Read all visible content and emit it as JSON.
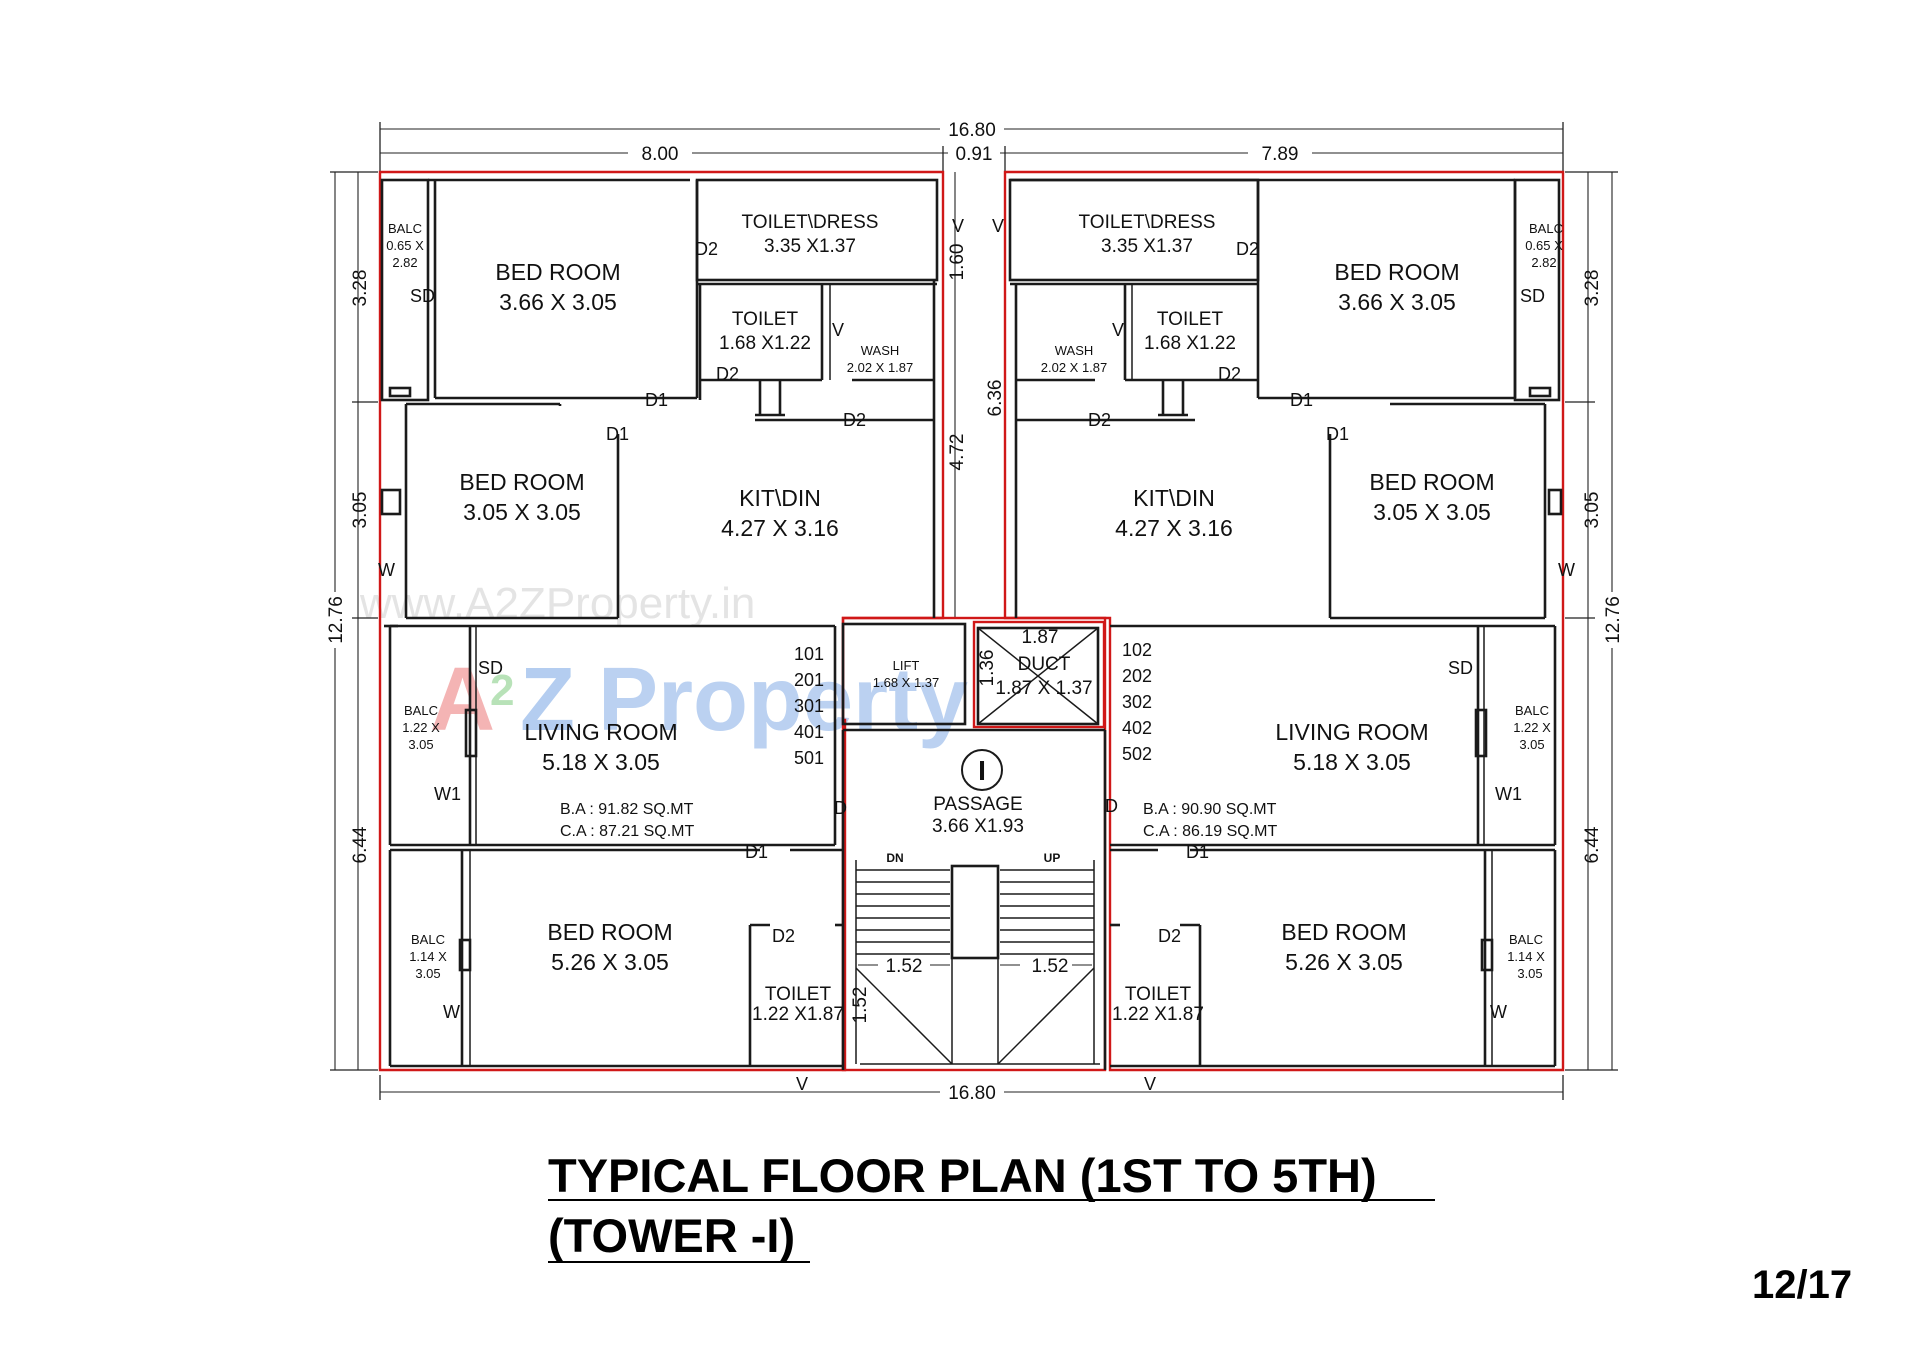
{
  "dimensions": {
    "top_total": "16.80",
    "top_left": "8.00",
    "top_mid": "0.91",
    "top_right": "7.89",
    "bottom_total": "16.80",
    "side_upper": "3.28",
    "side_mid": "3.05",
    "side_total": "12.76",
    "side_lower": "6.44",
    "core_160": "1.60",
    "core_472": "4.72",
    "core_636": "6.36",
    "core_136": "1.36",
    "core_187": "1.87",
    "stair_152a": "1.52",
    "stair_152b": "1.52",
    "stair_152c": "1.52"
  },
  "left_unit": {
    "toilet_dress_name": "TOILET\\DRESS",
    "toilet_dress_size": "3.35 X1.37",
    "balc1_name": "BALC",
    "balc1_l1": "0.65 X",
    "balc1_l2": "2.82",
    "bed1_name": "BED ROOM",
    "bed1_size": "3.66 X 3.05",
    "toilet_name": "TOILET",
    "toilet_size": "1.68 X1.22",
    "wash_name": "WASH",
    "wash_size": "2.02 X 1.87",
    "bed2_name": "BED ROOM",
    "bed2_size": "3.05 X 3.05",
    "kit_name": "KIT\\DIN",
    "kit_size": "4.27 X 3.16",
    "living_name": "LIVING ROOM",
    "living_size": "5.18 X 3.05",
    "balc2_name": "BALC",
    "balc2_l1": "1.22 X",
    "balc2_l2": "3.05",
    "ba": "B.A : 91.82 SQ.MT",
    "ca": "C.A : 87.21 SQ.MT",
    "bed3_name": "BED ROOM",
    "bed3_size": "5.26 X 3.05",
    "balc3_name": "BALC",
    "balc3_l1": "1.14 X",
    "balc3_l2": "3.05",
    "toilet2_name": "TOILET",
    "toilet2_size": "1.22 X1.87",
    "flats": [
      "101",
      "201",
      "301",
      "401",
      "501"
    ]
  },
  "right_unit": {
    "toilet_dress_name": "TOILET\\DRESS",
    "toilet_dress_size": "3.35 X1.37",
    "balc1_name": "BALC",
    "balc1_l1": "0.65 X",
    "balc1_l2": "2.82",
    "bed1_name": "BED ROOM",
    "bed1_size": "3.66 X 3.05",
    "toilet_name": "TOILET",
    "toilet_size": "1.68 X1.22",
    "wash_name": "WASH",
    "wash_size": "2.02 X 1.87",
    "bed2_name": "BED ROOM",
    "bed2_size": "3.05 X 3.05",
    "kit_name": "KIT\\DIN",
    "kit_size": "4.27 X 3.16",
    "living_name": "LIVING ROOM",
    "living_size": "5.18 X 3.05",
    "balc2_name": "BALC",
    "balc2_l1": "1.22 X",
    "balc2_l2": "3.05",
    "ba": "B.A : 90.90 SQ.MT",
    "ca": "C.A : 86.19 SQ.MT",
    "bed3_name": "BED ROOM",
    "bed3_size": "5.26 X 3.05",
    "balc3_name": "BALC",
    "balc3_l1": "1.14 X",
    "balc3_l2": "3.05",
    "toilet2_name": "TOILET",
    "toilet2_size": "1.22 X1.87",
    "flats": [
      "102",
      "202",
      "302",
      "402",
      "502"
    ]
  },
  "core": {
    "lift_name": "LIFT",
    "lift_size": "1.68 X 1.37",
    "duct_name": "DUCT",
    "duct_size": "1.87 X 1.37",
    "passage_name": "PASSAGE",
    "passage_size": "3.66 X1.93",
    "tower_mark": "I",
    "dn": "DN",
    "up": "UP"
  },
  "labels": {
    "d1": "D1",
    "d2": "D2",
    "sd": "SD",
    "w": "W",
    "w1": "W1",
    "v": "V",
    "d": "D"
  },
  "watermark": {
    "url": "www.A2ZProperty.in",
    "brand_a": "A",
    "brand_2": "2",
    "brand_z": "Z",
    "brand_prop": "Property"
  },
  "title": {
    "line1": "TYPICAL FLOOR PLAN (1ST TO 5TH)",
    "line2": "(TOWER -I)"
  },
  "page_number": "12/17",
  "colors": {
    "outline_red": "#d01818",
    "wall": "#1a1a1a",
    "wm_red": "#f4b4b4",
    "wm_green": "#b8e2b8",
    "wm_blue": "#b4cdf0",
    "wm_yellow": "#f6e39a"
  }
}
